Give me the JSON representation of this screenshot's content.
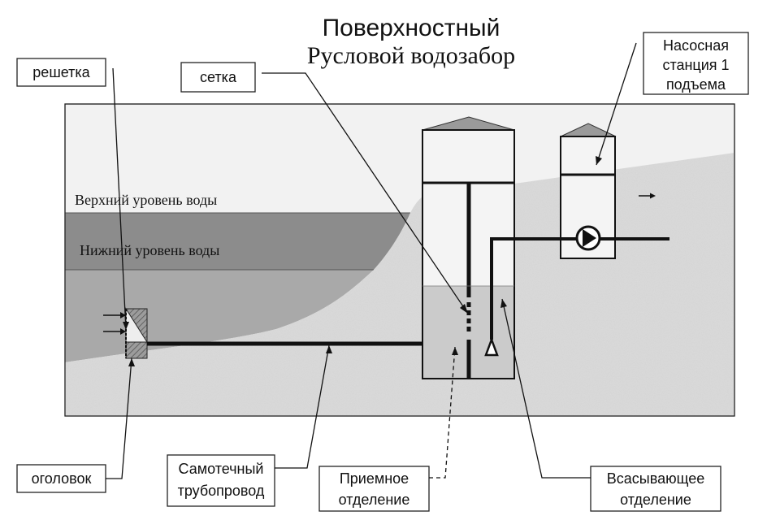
{
  "title": {
    "line1": "Поверхностный",
    "line2": "Русловой водозабор"
  },
  "water_levels": {
    "upper": "Верхний уровень воды",
    "lower": "Нижний уровень воды"
  },
  "labels": {
    "grate": "решетка",
    "mesh": "сетка",
    "pump_station": [
      "Насосная",
      "станция 1",
      "подъема"
    ],
    "intake_head": "оголовок",
    "gravity_pipe": [
      "Самотечный",
      "трубопровод"
    ],
    "receiving": [
      "Приемное",
      "отделение"
    ],
    "suction": [
      "Всасывающее",
      "отделение"
    ]
  },
  "colors": {
    "sky": "#f2f2f2",
    "water_band": "#8c8c8c",
    "water_deep": "#a9a9a9",
    "ground": "#dcdcdc",
    "chamber_water": "#cbcbcb",
    "roof": "#9a9a9a"
  },
  "icons": [
    "pump-icon",
    "check-valve-icon",
    "flow-arrow-icon"
  ]
}
